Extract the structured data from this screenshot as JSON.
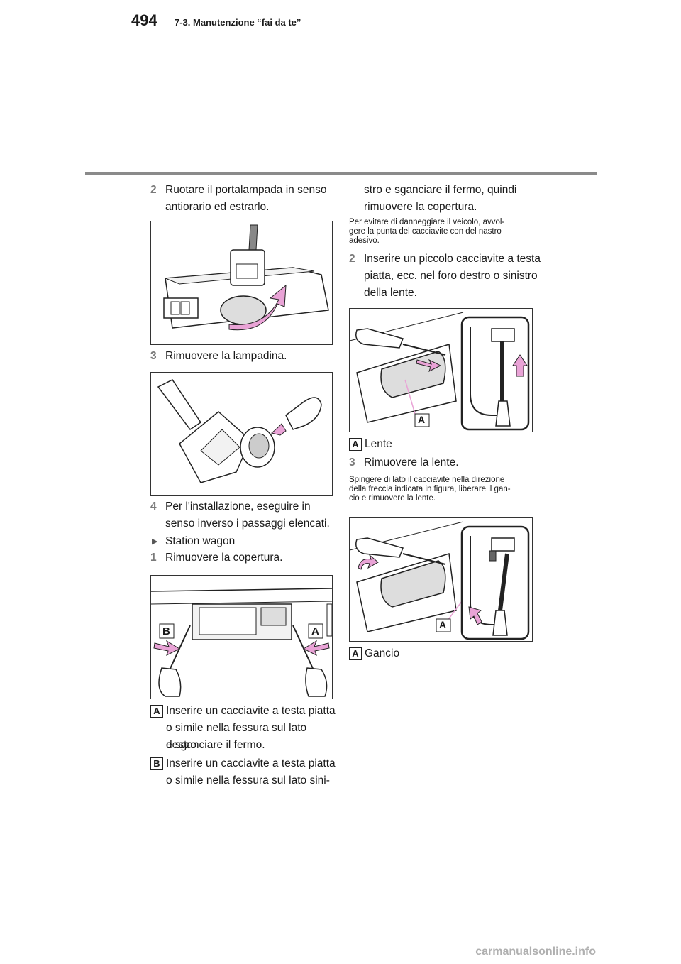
{
  "header": {
    "page_number": "494",
    "section": "7-3. Manutenzione “fai da te”"
  },
  "left_column": {
    "step2": {
      "num": "2",
      "line1": "Ruotare il portalampada in senso",
      "line2": "antiorario ed estrarlo."
    },
    "step3": {
      "num": "3",
      "line1": "Rimuovere la lampadina."
    },
    "step4": {
      "num": "4",
      "line1": "Per l'installazione, eseguire in",
      "line2": "senso inverso i passaggi elencati."
    },
    "subsection": {
      "marker": "▶",
      "label": "Station wagon"
    },
    "step1": {
      "num": "1",
      "line1": "Rimuovere la copertura."
    },
    "fig3_labels": {
      "b": "B",
      "a": "A"
    },
    "legend_a": {
      "tag": "A",
      "line1": "Inserire un cacciavite a testa piatta",
      "line2": "o simile nella fessura sul lato destro",
      "line3": "e sganciare il fermo."
    },
    "legend_b": {
      "tag": "B",
      "line1": "Inserire un cacciavite a testa piatta",
      "line2": "o simile nella fessura sul lato sini-"
    }
  },
  "right_column": {
    "cont": {
      "line1": "stro e sganciare il fermo, quindi",
      "line2": "rimuovere la copertura."
    },
    "note1": {
      "line1": "Per evitare di danneggiare il veicolo, avvol-",
      "line2": "gere la punta del cacciavite con del nastro",
      "line3": "adesivo."
    },
    "step2": {
      "num": "2",
      "line1": "Inserire un piccolo cacciavite a testa",
      "line2": "piatta, ecc. nel foro destro o sinistro",
      "line3": "della lente."
    },
    "fig4_label": "A",
    "legend_lente": {
      "tag": "A",
      "text": "Lente"
    },
    "step3": {
      "num": "3",
      "line1": "Rimuovere la lente."
    },
    "note2": {
      "line1": "Spingere di lato il cacciavite nella direzione",
      "line2": "della freccia indicata in figura, liberare il gan-",
      "line3": "cio e rimuovere la lente."
    },
    "fig5_label": "A",
    "legend_gancio": {
      "tag": "A",
      "text": "Gancio"
    }
  },
  "footer": {
    "watermark": "carmanualsonline.info"
  },
  "colors": {
    "accent_pink": "#e9a3d6",
    "step_gray": "#7a7a7a",
    "rule_gray": "#8a8a8a"
  }
}
